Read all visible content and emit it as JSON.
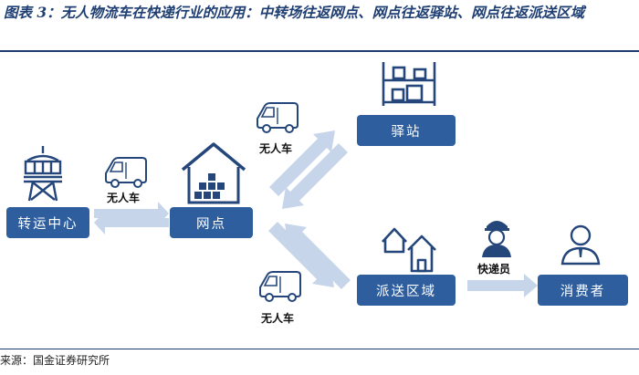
{
  "header": {
    "title": "图表 3：无人物流车在快递行业的应用：中转场往返网点、网点往返驿站、网点往返派送区域"
  },
  "nodes": {
    "transit_center": "转运中心",
    "outlet": "网点",
    "station": "驿站",
    "delivery_area": "派送区域",
    "consumer": "消费者"
  },
  "labels": {
    "vehicle_left": "无人车",
    "vehicle_top": "无人车",
    "vehicle_bottom": "无人车",
    "courier": "快递员"
  },
  "footer": {
    "source": "来源：国金证券研究所"
  },
  "colors": {
    "node_fill": "#2e5e9e",
    "icon_stroke": "#24467a",
    "arrow_fill": "#c6d5ea"
  }
}
